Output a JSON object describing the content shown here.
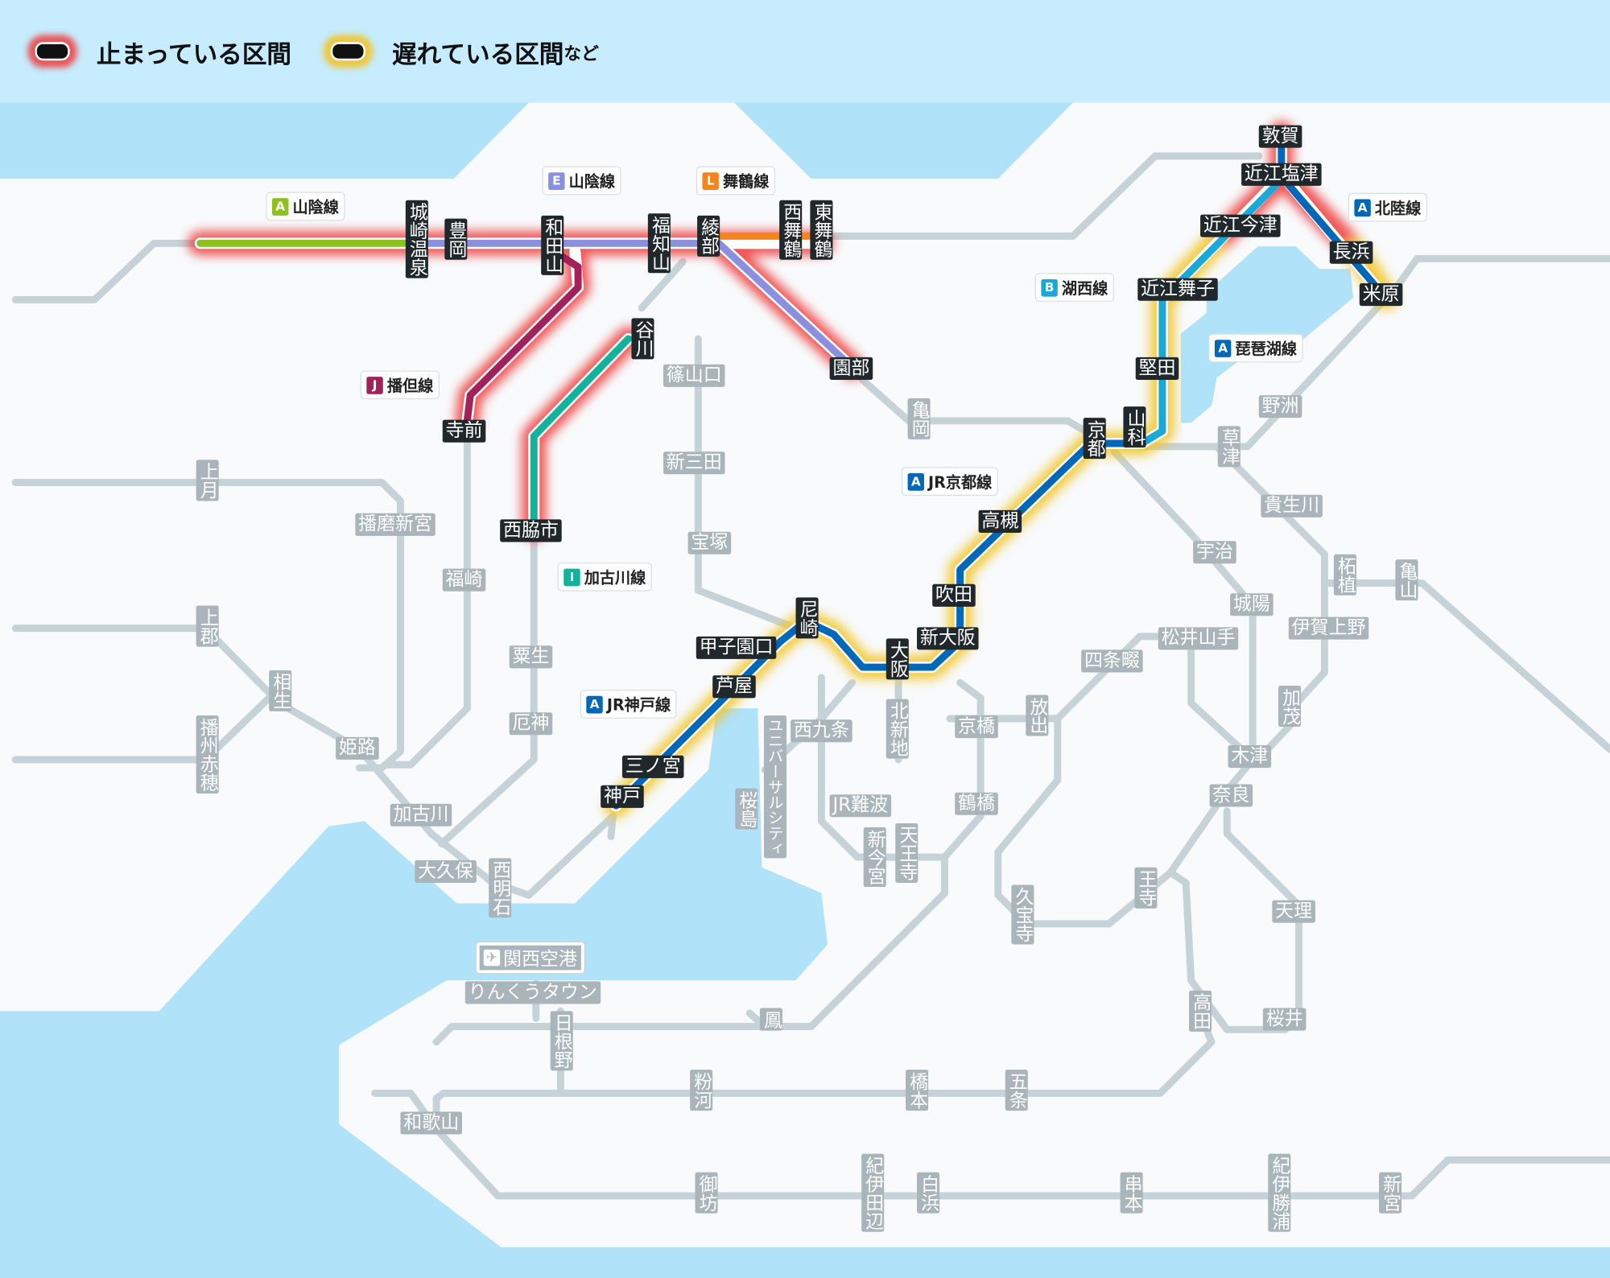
{
  "legend": {
    "stopped": "止まっている区間",
    "delayed": "遅れている区間",
    "delayed_suffix": "など",
    "colors": {
      "stopped": "#ee3c3c",
      "delayed": "#f2c428"
    }
  },
  "lines": [
    {
      "symbol": "A",
      "name": "山陰線",
      "color": "#8cc21e"
    },
    {
      "symbol": "E",
      "name": "山陰線",
      "color": "#8a8fe0"
    },
    {
      "symbol": "L",
      "name": "舞鶴線",
      "color": "#f5841f"
    },
    {
      "symbol": "J",
      "name": "播但線",
      "color": "#a3215a"
    },
    {
      "symbol": "B",
      "name": "湖西線",
      "color": "#19a9d8"
    },
    {
      "symbol": "A",
      "name": "北陸線",
      "color": "#0068b7"
    },
    {
      "symbol": "A",
      "name": "琵琶湖線",
      "color": "#0068b7"
    },
    {
      "symbol": "A",
      "name": "JR京都線",
      "color": "#0068b7"
    },
    {
      "symbol": "I",
      "name": "加古川線",
      "color": "#12b39a"
    },
    {
      "symbol": "A",
      "name": "JR神戸線",
      "color": "#0068b7"
    }
  ],
  "stations": {
    "affected": [
      "城崎温泉",
      "豊岡",
      "和田山",
      "福知山",
      "綾部",
      "西舞鶴",
      "東舞鶴",
      "園部",
      "寺前",
      "谷川",
      "西脇市",
      "敦賀",
      "近江塩津",
      "近江今津",
      "長浜",
      "米原",
      "近江舞子",
      "堅田",
      "山科",
      "京都",
      "高槻",
      "吹田",
      "新大阪",
      "大阪",
      "尼崎",
      "甲子園口",
      "芦屋",
      "三ノ宮",
      "神戸"
    ],
    "other": [
      "篠山口",
      "亀岡",
      "新三田",
      "宝塚",
      "上月",
      "播磨新宮",
      "福崎",
      "上郡",
      "相生",
      "粟生",
      "播州赤穂",
      "姫路",
      "厄神",
      "加古川",
      "大久保",
      "西明石",
      "りんくうタウン",
      "日根野",
      "鳳",
      "和歌山",
      "粉河",
      "橋本",
      "五条",
      "御坊",
      "紀伊田辺",
      "白浜",
      "串本",
      "紀伊勝浦",
      "新宮",
      "ユニバーサルシティ",
      "桜島",
      "西九条",
      "北新地",
      "京橋",
      "放出",
      "JR難波",
      "鶴橋",
      "新今宮",
      "天王寺",
      "久宝寺",
      "四条畷",
      "松井山手",
      "宇治",
      "城陽",
      "木津",
      "奈良",
      "王寺",
      "天理",
      "高田",
      "桜井",
      "草津",
      "野洲",
      "貴生川",
      "柘植",
      "亀山",
      "伊賀上野",
      "加茂"
    ],
    "airport": {
      "name": "関西空港",
      "icon": "airplane-icon"
    }
  }
}
